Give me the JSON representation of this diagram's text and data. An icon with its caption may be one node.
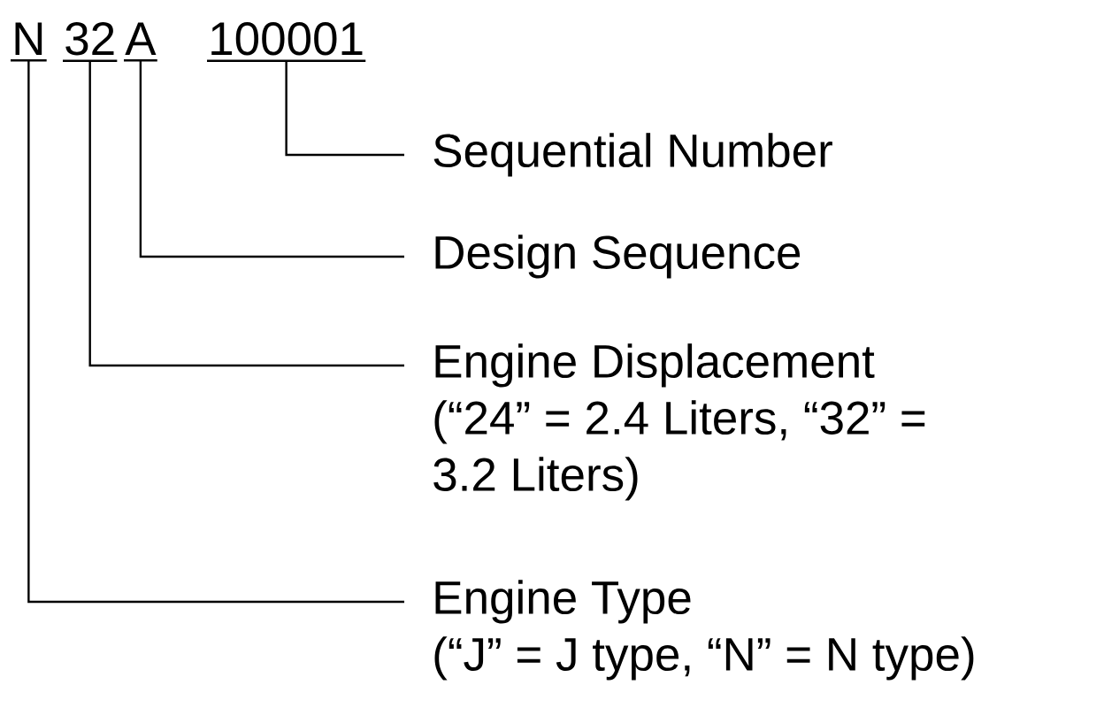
{
  "diagram": {
    "nodes": [
      {
        "text": [
          "N"
        ]
      },
      {
        "text": [
          "32"
        ]
      },
      {
        "text": [
          "A"
        ]
      },
      {
        "text": [
          "100001"
        ]
      },
      {
        "text": [
          "Sequential Number"
        ]
      },
      {
        "text": [
          "Design Sequence"
        ]
      },
      {
        "text": [
          "Engine Displacement",
          "(“24” = 2.4 Liters, “32” = 3.2 Liters)"
        ]
      },
      {
        "text": [
          "Engine Type",
          "(“J” = J type, “N” = N type)"
        ]
      }
    ],
    "edges": [
      {
        "from": 4,
        "to": 3,
        "arrow": "none"
      },
      {
        "from": 5,
        "to": 2,
        "arrow": "none"
      },
      {
        "from": 6,
        "to": 1,
        "arrow": "none"
      },
      {
        "from": 7,
        "to": 0,
        "arrow": "none"
      }
    ]
  }
}
